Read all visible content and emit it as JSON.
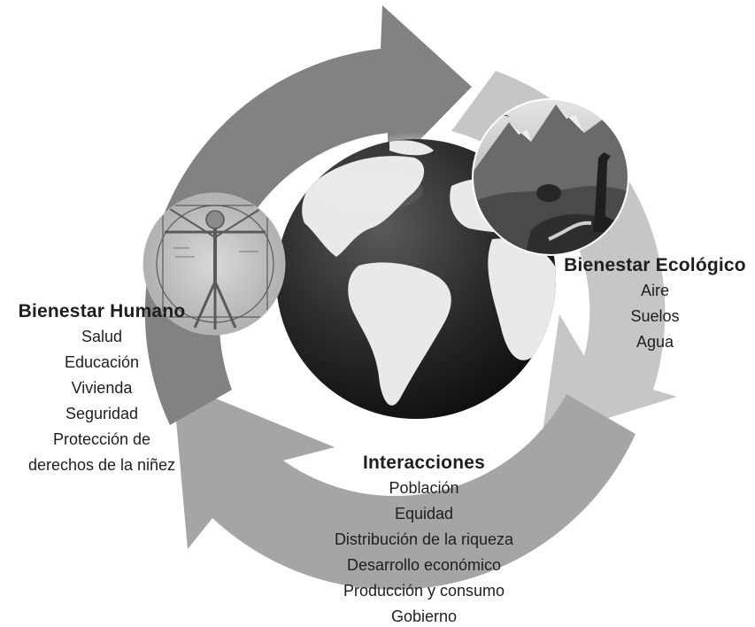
{
  "colors": {
    "arrow_top": "#828282",
    "arrow_right": "#c6c6c6",
    "arrow_bottom": "#a5a5a5",
    "globe_ocean": "#262626",
    "globe_land": "#e9e9e9",
    "text": "#1e1e1e"
  },
  "icons": {
    "human": "vitruvian-man-image",
    "ecological": "mountain-landscape-image",
    "center": "earth-globe-image"
  },
  "human": {
    "title": "Bienestar Humano",
    "items": [
      "Salud",
      "Educación",
      "Vivienda",
      "Seguridad",
      "Protección de",
      "derechos de la niñez"
    ]
  },
  "ecological": {
    "title": "Bienestar Ecológico",
    "items": [
      "Aire",
      "Suelos",
      "Agua"
    ]
  },
  "interactions": {
    "title": "Interacciones",
    "items": [
      "Población",
      "Equidad",
      "Distribución de la riqueza",
      "Desarrollo económico",
      "Producción y consumo",
      "Gobierno"
    ]
  }
}
